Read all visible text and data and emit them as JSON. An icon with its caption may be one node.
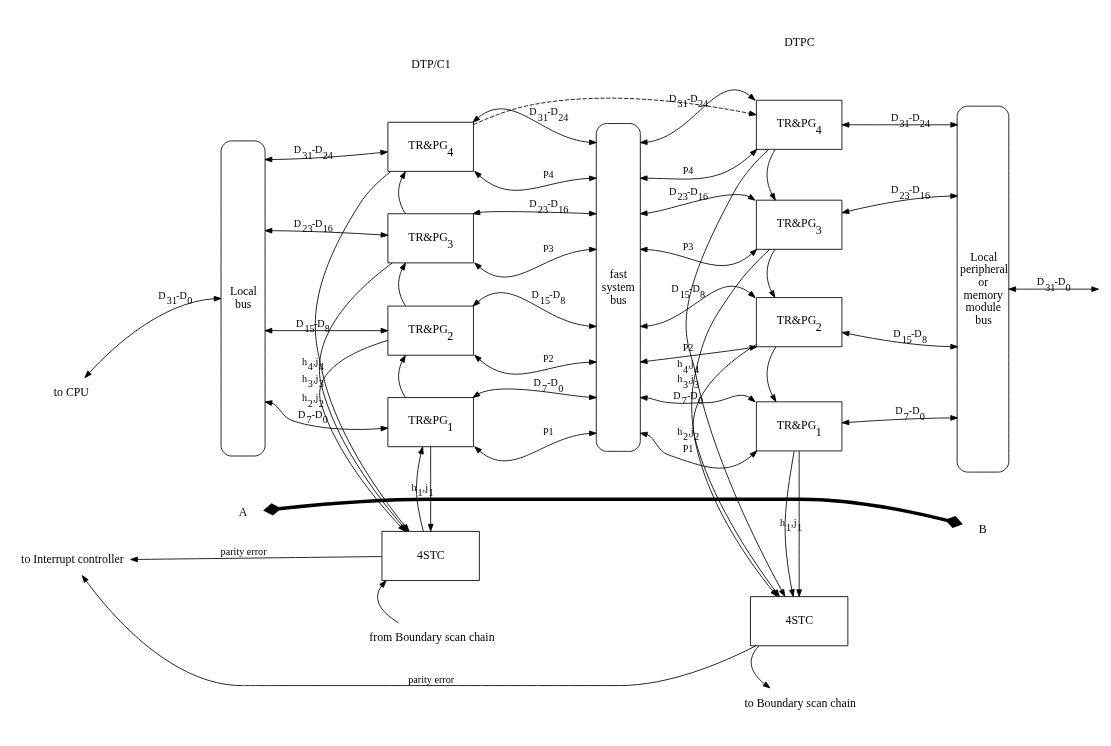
{
  "diagram": {
    "nodes": [
      {
        "text": [
          "Local bus"
        ]
      },
      {
        "text": [
          "to CPU"
        ]
      },
      {
        "text": [
          "TR&PG$_{4}$"
        ]
      },
      {
        "text": [
          "TR&PG$_{3}$"
        ]
      },
      {
        "text": [
          "TR&PG$_{2}$"
        ]
      },
      {
        "text": [
          "TR&PG$_{1}$"
        ]
      },
      {
        "text": [
          "4STC"
        ]
      },
      {
        "text": [
          "fast system bus"
        ]
      },
      {
        "text": [
          "TR&PG$_{4}$"
        ]
      },
      {
        "text": [
          "TR&PG$_{3}$"
        ]
      },
      {
        "text": [
          "TR&PG$_{2}$"
        ]
      },
      {
        "text": [
          "TR&PG$_{1}$"
        ]
      },
      {
        "text": [
          "4STC"
        ]
      },
      {
        "text": [
          "Local peripheral or memory module bus"
        ]
      },
      {
        "text": [
          "to Interrupt controller"
        ]
      },
      {
        "text": [
          "from Boundary scan chain"
        ]
      },
      {
        "text": [
          "to Boundary scan chain"
        ]
      },
      {
        "text": [
          "A"
        ]
      },
      {
        "text": [
          "B"
        ]
      }
    ],
    "edges": [
      {
        "from": 1,
        "to": 0,
        "arrow": "both",
        "label": "D$_{31}$-D$_{0}$"
      },
      {
        "from": 0,
        "to": 2,
        "arrow": "both",
        "label": "D$_{31}$-D$_{24}$"
      },
      {
        "from": 0,
        "to": 3,
        "arrow": "both",
        "label": "D$_{23}$-D$_{16}$"
      },
      {
        "from": 0,
        "to": 4,
        "arrow": "both",
        "label": "D$_{15}$-D$_{8}$"
      },
      {
        "from": 0,
        "to": 5,
        "arrow": "both",
        "label": "D$_{7}$-D$_{0}$"
      },
      {
        "from": 2,
        "to": 7,
        "arrow": "both",
        "label": "D$_{31}$-D$_{24}$"
      },
      {
        "from": 7,
        "to": 2,
        "arrow": "both",
        "label": "P4"
      },
      {
        "from": 3,
        "to": 7,
        "arrow": "both",
        "label": "D$_{23}$-D$_{16}$"
      },
      {
        "from": 7,
        "to": 3,
        "arrow": "both",
        "label": "P3"
      },
      {
        "from": 4,
        "to": 7,
        "arrow": "both",
        "label": "D$_{15}$-D$_{8}$"
      },
      {
        "from": 7,
        "to": 4,
        "arrow": "both",
        "label": "P2"
      },
      {
        "from": 5,
        "to": 7,
        "arrow": "both",
        "label": "D$_{7}$-D$_{0}$"
      },
      {
        "from": 7,
        "to": 5,
        "arrow": "both",
        "label": "P1"
      },
      {
        "from": 2,
        "to": 6,
        "arrow": "to",
        "label": "h$_{4}$,j$_{4}$"
      },
      {
        "from": 3,
        "to": 6,
        "arrow": "to",
        "label": "h$_{3}$,j$_{3}$"
      },
      {
        "from": 4,
        "to": 6,
        "arrow": "to",
        "label": "h$_{2}$,j$_{2}$"
      },
      {
        "from": 5,
        "to": 6,
        "arrow": "to",
        "label": "h$_{1}$,j$_{1}$"
      },
      {
        "from": 6,
        "to": 5,
        "arrow": "to"
      },
      {
        "from": 5,
        "to": 4,
        "arrow": "to"
      },
      {
        "from": 4,
        "to": 3,
        "arrow": "to"
      },
      {
        "from": 3,
        "to": 2,
        "arrow": "to"
      },
      {
        "from": 2,
        "to": 8,
        "arrow": "to",
        "style": "dashed"
      },
      {
        "from": 7,
        "to": 8,
        "arrow": "both",
        "label": "D$_{31}$-D$_{24}$"
      },
      {
        "from": 7,
        "to": 8,
        "arrow": "both",
        "label": "P4"
      },
      {
        "from": 7,
        "to": 9,
        "arrow": "both",
        "label": "D$_{23}$-D$_{16}$"
      },
      {
        "from": 7,
        "to": 9,
        "arrow": "both",
        "label": "P3"
      },
      {
        "from": 7,
        "to": 10,
        "arrow": "both",
        "label": "D$_{15}$-D$_{8}$"
      },
      {
        "from": 7,
        "to": 10,
        "arrow": "both",
        "label": "P2"
      },
      {
        "from": 7,
        "to": 11,
        "arrow": "both",
        "label": "D$_{7}$-D$_{0}$"
      },
      {
        "from": 7,
        "to": 11,
        "arrow": "both",
        "label": "P1"
      },
      {
        "from": 8,
        "to": 9,
        "arrow": "to"
      },
      {
        "from": 9,
        "to": 10,
        "arrow": "to"
      },
      {
        "from": 10,
        "to": 11,
        "arrow": "to"
      },
      {
        "from": 11,
        "to": 12,
        "arrow": "to"
      },
      {
        "from": 8,
        "to": 13,
        "arrow": "both",
        "label": "D$_{31}$-D$_{24}$"
      },
      {
        "from": 9,
        "to": 13,
        "arrow": "both",
        "label": "D$_{23}$-D$_{16}$"
      },
      {
        "from": 10,
        "to": 13,
        "arrow": "both",
        "label": "D$_{15}$-D$_{8}$"
      },
      {
        "from": 11,
        "to": 13,
        "arrow": "both",
        "label": "D$_{7}$-D$_{0}$"
      },
      {
        "from": 8,
        "to": 12,
        "arrow": "to",
        "label": "h$_{4}$,j$_{4}$"
      },
      {
        "from": 9,
        "to": 12,
        "arrow": "to",
        "label": "h$_{3}$,j$_{3}$"
      },
      {
        "from": 10,
        "to": 12,
        "arrow": "to",
        "label": "h$_{2}$,j$_{2}$"
      },
      {
        "from": 11,
        "to": 12,
        "arrow": "to",
        "label": "h$_{1}$,j$_{1}$"
      },
      {
        "from": 13,
        "to": null,
        "arrow": "both",
        "label": "D$_{31}$-D$_{0}$"
      },
      {
        "from": 15,
        "to": 6,
        "arrow": "to"
      },
      {
        "from": 12,
        "to": 16,
        "arrow": "to"
      },
      {
        "from": 6,
        "to": 14,
        "arrow": "to",
        "label": "parity error"
      },
      {
        "from": 12,
        "to": 14,
        "arrow": "to",
        "label": "parity error"
      },
      {
        "from": 17,
        "to": 18,
        "arrow": "other",
        "style": "thick"
      }
    ],
    "labels": [
      "DTP/C1",
      "DTPC"
    ]
  }
}
